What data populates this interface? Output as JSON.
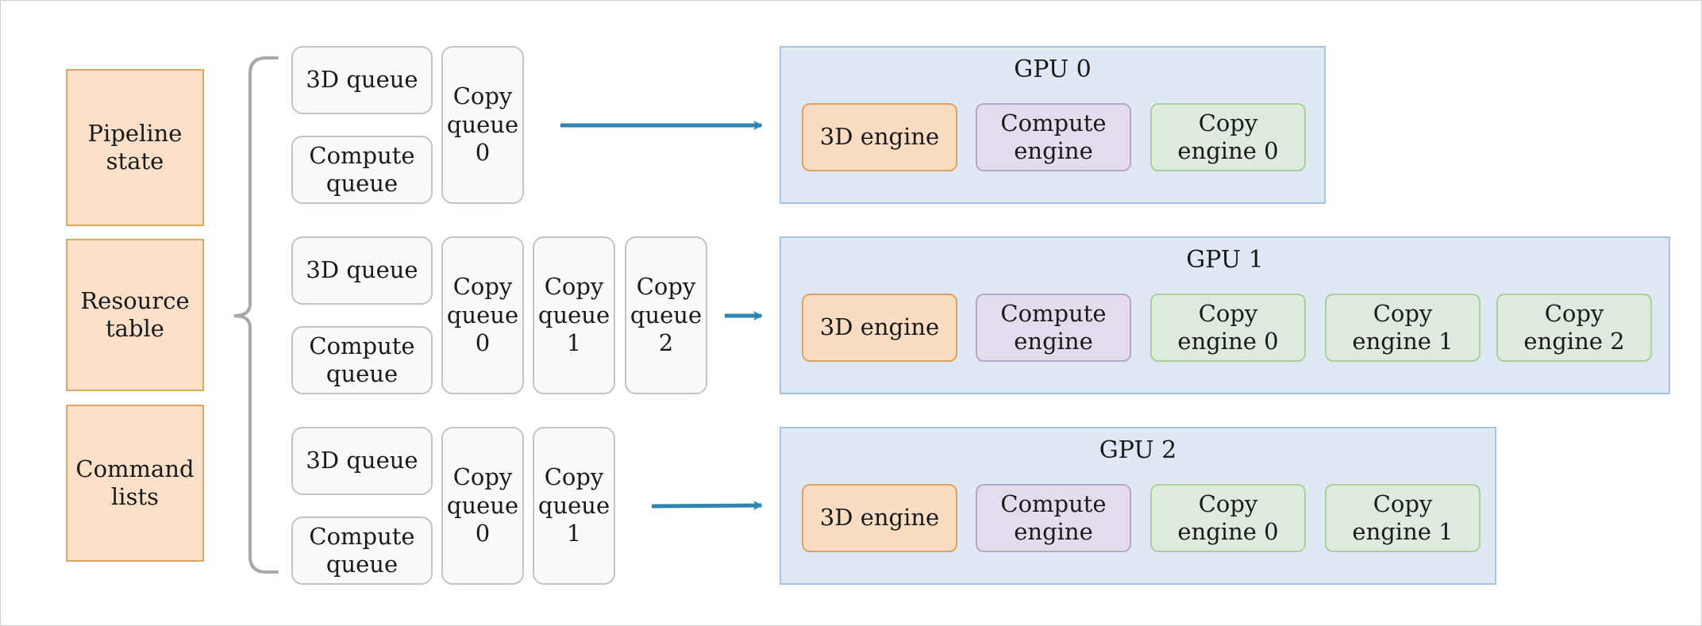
{
  "left_labels": [
    "Pipeline\nstate",
    "Resource\ntable",
    "Command\nlists"
  ],
  "queue_groups": [
    {
      "id": "gpu0",
      "queues": [
        "3D queue",
        "Compute\nqueue",
        "Copy\nqueue\n0"
      ]
    },
    {
      "id": "gpu1",
      "queues": [
        "3D queue",
        "Compute\nqueue",
        "Copy\nqueue\n0",
        "Copy\nqueue\n1",
        "Copy\nqueue\n2"
      ]
    },
    {
      "id": "gpu2",
      "queues": [
        "3D queue",
        "Compute\nqueue",
        "Copy\nqueue\n0",
        "Copy\nqueue\n1"
      ]
    }
  ],
  "gpus": [
    {
      "title": "GPU 0",
      "engines": [
        "3D engine",
        "Compute\nengine",
        "Copy\nengine 0"
      ]
    },
    {
      "title": "GPU 1",
      "engines": [
        "3D engine",
        "Compute\nengine",
        "Copy\nengine 0",
        "Copy\nengine 1",
        "Copy\nengine 2"
      ]
    },
    {
      "title": "GPU 2",
      "engines": [
        "3D engine",
        "Compute\nengine",
        "Copy\nengine 0",
        "Copy\nengine 1"
      ]
    }
  ],
  "colors": {
    "state_fill": "#fae0c8",
    "state_border": "#dea660",
    "gpu_fill": "#dfe9f5",
    "gpu_border": "#a9c2e0",
    "engine_3d": "#fadcc2",
    "engine_compute": "#e4dced",
    "engine_copy": "#dcebdd",
    "arrow": "#2e86b0",
    "brace": "#a9a9a9"
  }
}
